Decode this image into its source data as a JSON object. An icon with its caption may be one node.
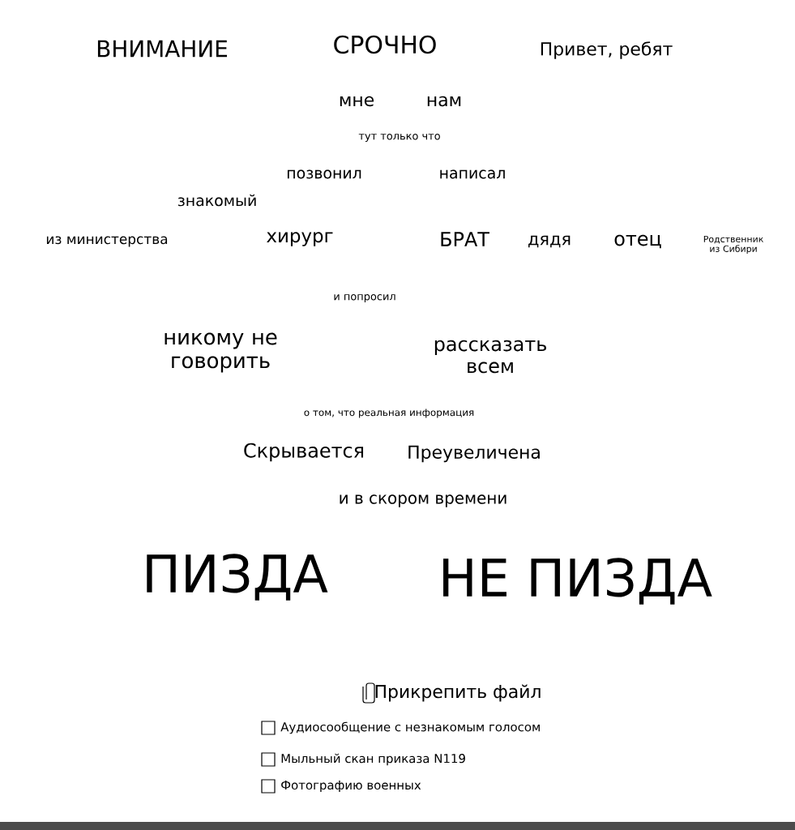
{
  "diagram": {
    "labels": [
      "ВНИМАНИЕ",
      "СРОЧНО",
      "Привет, ребят",
      "мне",
      "нам",
      "тут только что",
      "позвонил",
      "написал",
      "знакомый",
      "из министерства",
      "хирург",
      "БРАТ",
      "дядя",
      "отец",
      "Родственник из Сибири",
      "и попросил",
      "никому не говорить",
      "рассказать всем",
      "о том, что реальная информация",
      "Скрывается",
      "Преувеличена",
      "и в скором времени",
      "ПИЗДА",
      "НЕ ПИЗДА",
      "Прикрепить файл",
      "Аудиосообщение с незнакомым голосом",
      "Мыльный скан приказа N119",
      "Фотографию военных"
    ]
  }
}
